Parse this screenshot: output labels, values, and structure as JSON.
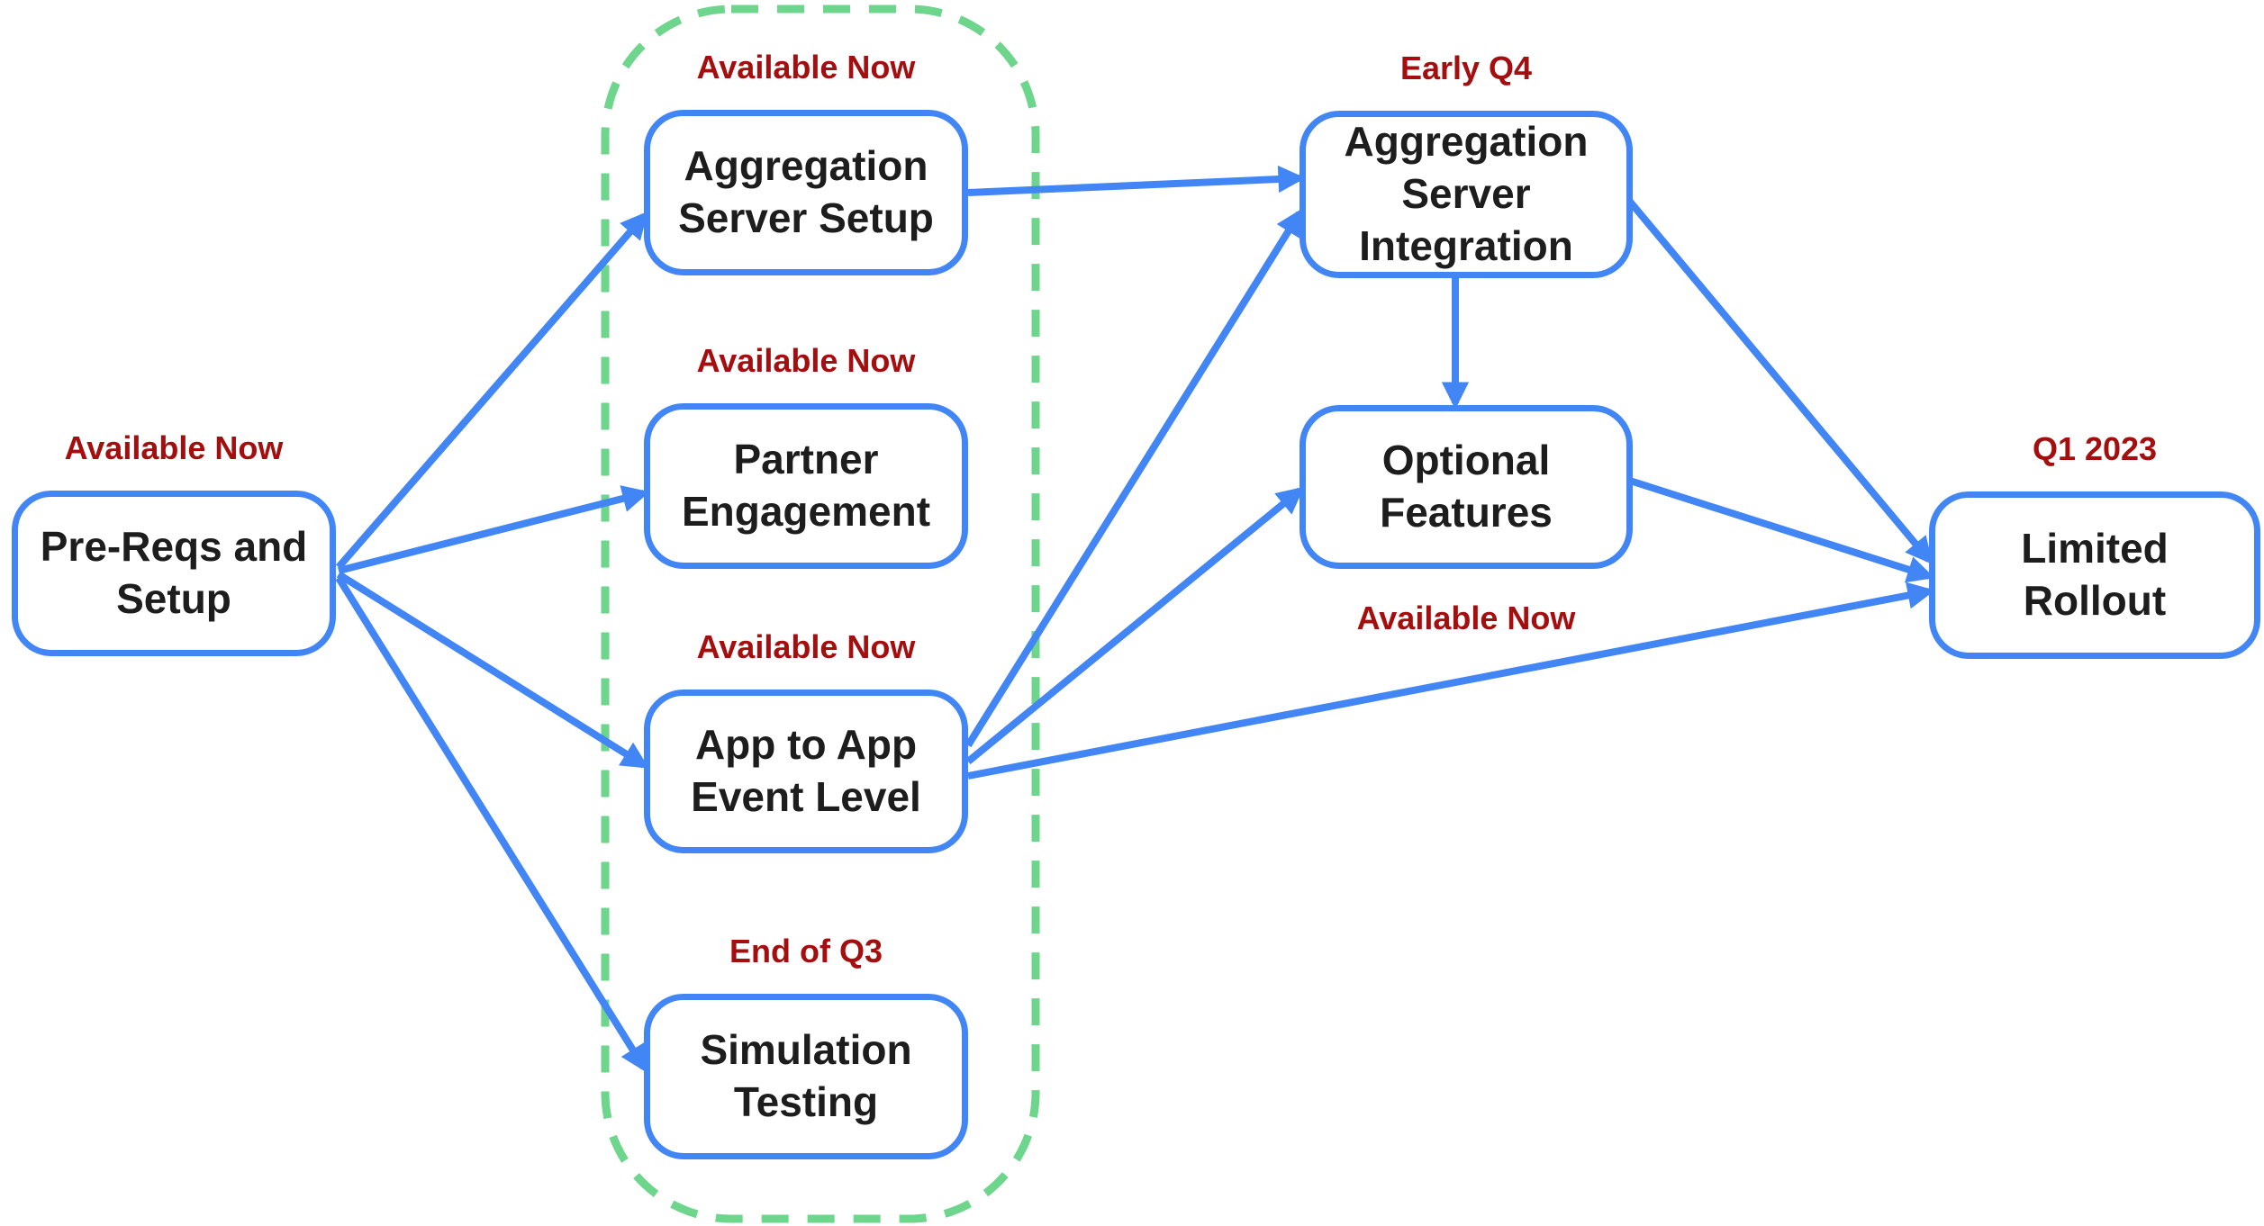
{
  "diagram": {
    "background_color": "#ffffff",
    "colors": {
      "node_border": "#4285f4",
      "arrow": "#4285f4",
      "node_text": "#1d1d1d",
      "status_text": "#a50e0e",
      "group_outline": "#6dd58c"
    },
    "nodes": {
      "pre_reqs": {
        "label": "Pre-Reqs and\nSetup",
        "status": "Available Now"
      },
      "aggregation_server_setup": {
        "label": "Aggregation\nServer Setup",
        "status": "Available Now"
      },
      "partner_engagement": {
        "label": "Partner\nEngagement",
        "status": "Available Now"
      },
      "app_to_app_event_level": {
        "label": "App to App\nEvent Level",
        "status": "Available Now"
      },
      "simulation_testing": {
        "label": "Simulation\nTesting",
        "status": "End of Q3"
      },
      "aggregation_server_integration": {
        "label": "Aggregation\nServer\nIntegration",
        "status": "Early Q4"
      },
      "optional_features": {
        "label": "Optional\nFeatures",
        "status": "Available Now"
      },
      "limited_rollout": {
        "label": "Limited\nRollout",
        "status": "Q1 2023"
      }
    },
    "group": {
      "style": "dashed-rounded-rectangle",
      "members": [
        "aggregation_server_setup",
        "partner_engagement",
        "app_to_app_event_level",
        "simulation_testing"
      ]
    },
    "edges": [
      {
        "from": "pre_reqs",
        "to": "aggregation_server_setup"
      },
      {
        "from": "pre_reqs",
        "to": "partner_engagement"
      },
      {
        "from": "pre_reqs",
        "to": "app_to_app_event_level"
      },
      {
        "from": "pre_reqs",
        "to": "simulation_testing"
      },
      {
        "from": "aggregation_server_setup",
        "to": "aggregation_server_integration"
      },
      {
        "from": "app_to_app_event_level",
        "to": "aggregation_server_integration"
      },
      {
        "from": "app_to_app_event_level",
        "to": "optional_features"
      },
      {
        "from": "app_to_app_event_level",
        "to": "limited_rollout"
      },
      {
        "from": "aggregation_server_integration",
        "to": "optional_features"
      },
      {
        "from": "aggregation_server_integration",
        "to": "limited_rollout"
      },
      {
        "from": "optional_features",
        "to": "limited_rollout"
      }
    ]
  }
}
